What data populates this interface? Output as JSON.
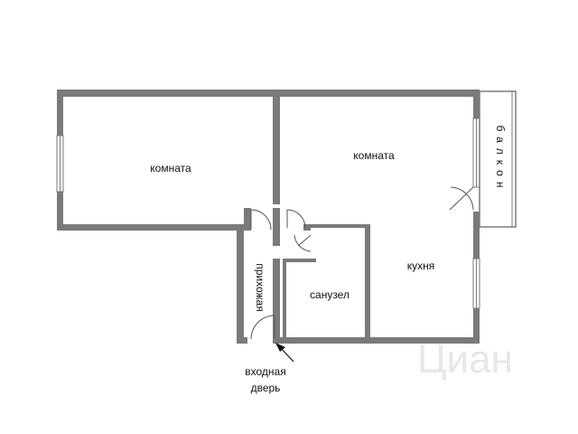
{
  "rooms": {
    "room_left": "комната",
    "room_right": "комната",
    "kitchen": "кухня",
    "bathroom": "санузел",
    "hallway": "прихожая",
    "balcony": "балкон"
  },
  "entrance": {
    "line1": "входная",
    "line2": "дверь"
  },
  "watermark": "Циан",
  "colors": {
    "wall": "#7a7a7a",
    "text": "#111111",
    "watermark": "#e7e7e7"
  }
}
